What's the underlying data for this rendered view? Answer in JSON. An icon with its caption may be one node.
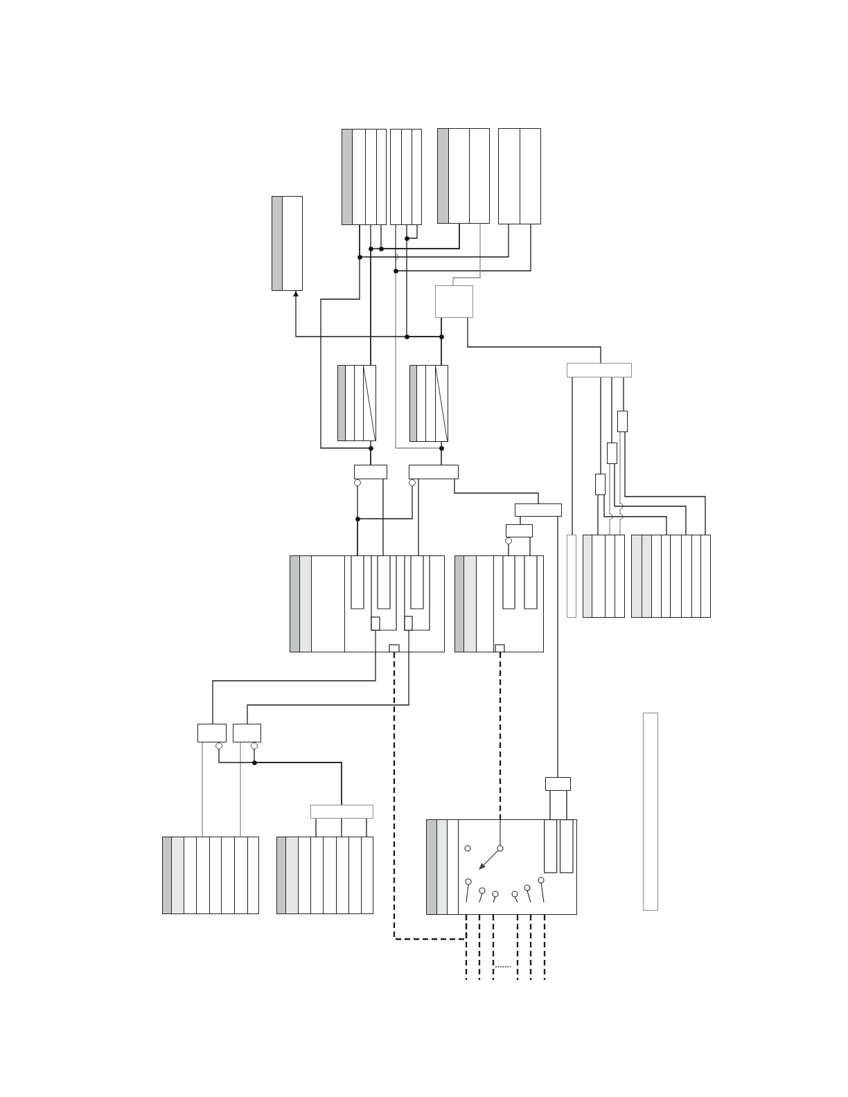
{
  "diagram": {
    "nodes": [
      {
        "text": [],
        "shape": "box"
      },
      {
        "text": [],
        "shape": "box"
      },
      {
        "text": [],
        "shape": "box"
      },
      {
        "text": [],
        "shape": "box"
      },
      {
        "text": [],
        "shape": "box"
      },
      {
        "text": [],
        "shape": "box"
      },
      {
        "text": [],
        "shape": "box"
      },
      {
        "text": [],
        "shape": "box"
      },
      {
        "text": [],
        "shape": "box"
      },
      {
        "text": [],
        "shape": "box"
      },
      {
        "text": [],
        "shape": "box"
      },
      {
        "text": [],
        "shape": "box"
      },
      {
        "text": [],
        "shape": "box"
      },
      {
        "text": [],
        "shape": "box"
      },
      {
        "text": [],
        "shape": "box"
      },
      {
        "text": [],
        "shape": "box"
      },
      {
        "text": [],
        "shape": "box"
      },
      {
        "text": [],
        "shape": "box"
      },
      {
        "text": [],
        "shape": "box"
      },
      {
        "text": [],
        "shape": "box"
      },
      {
        "text": [],
        "shape": "box"
      },
      {
        "text": [],
        "shape": "box"
      },
      {
        "text": [],
        "shape": "box"
      },
      {
        "text": [],
        "shape": "box"
      },
      {
        "text": [],
        "shape": "box"
      },
      {
        "text": [],
        "shape": "box"
      },
      {
        "text": [],
        "shape": "box"
      },
      {
        "text": [],
        "shape": "box"
      },
      {
        "text": [],
        "shape": "box"
      }
    ],
    "edges": [
      {
        "from": 4,
        "to": 2,
        "arrow": "none"
      },
      {
        "from": 2,
        "to": 9,
        "arrow": "none",
        "color": "#8c8c8c"
      },
      {
        "from": 3,
        "to": 5,
        "arrow": "none",
        "color": "#8c8c8c"
      },
      {
        "from": 5,
        "to": 0,
        "arrow": "to"
      },
      {
        "from": 21,
        "to": 24,
        "arrow": "none",
        "color": "#8c8c8c"
      },
      {
        "from": 22,
        "to": 24,
        "arrow": "none",
        "color": "#8c8c8c"
      },
      {
        "from": 16,
        "to": 19,
        "arrow": "none",
        "color": "#8c8c8c"
      },
      {
        "from": 15,
        "to": 19,
        "arrow": "none",
        "color": "#8c8c8c"
      },
      {
        "from": 1,
        "to": 8,
        "arrow": "none"
      },
      {
        "from": 4,
        "to": 1,
        "arrow": "none"
      },
      {
        "from": 6,
        "to": 8,
        "arrow": "none"
      },
      {
        "from": 1,
        "to": 6,
        "arrow": "none"
      },
      {
        "from": 3,
        "to": 6,
        "arrow": "none"
      },
      {
        "from": 1,
        "to": 3,
        "arrow": "none"
      },
      {
        "from": 7,
        "to": 9,
        "arrow": "none"
      },
      {
        "from": 2,
        "to": 7,
        "arrow": "none"
      },
      {
        "from": 5,
        "to": 7,
        "arrow": "none"
      },
      {
        "from": 5,
        "to": 14,
        "arrow": "none"
      },
      {
        "from": 8,
        "to": 12,
        "arrow": "other"
      },
      {
        "from": 9,
        "to": 12,
        "arrow": "other"
      },
      {
        "from": 8,
        "to": 12,
        "arrow": "none"
      },
      {
        "from": 9,
        "to": 12,
        "arrow": "none"
      },
      {
        "from": 9,
        "to": 10,
        "arrow": "none"
      },
      {
        "from": 10,
        "to": 11,
        "arrow": "none"
      },
      {
        "from": 10,
        "to": 26,
        "arrow": "none"
      },
      {
        "from": 11,
        "to": 13,
        "arrow": "other"
      },
      {
        "from": 11,
        "to": 13,
        "arrow": "none"
      },
      {
        "from": 12,
        "to": 21,
        "arrow": "none"
      },
      {
        "from": 12,
        "to": 22,
        "arrow": "none"
      },
      {
        "from": 12,
        "to": 27,
        "arrow": "none",
        "style": "dashed"
      },
      {
        "from": 13,
        "to": 27,
        "arrow": "none",
        "style": "dashed"
      },
      {
        "from": 26,
        "to": 27,
        "arrow": "none"
      },
      {
        "from": 26,
        "to": 27,
        "arrow": "none"
      },
      {
        "from": 27,
        "to": null,
        "arrow": "none",
        "style": "dashed"
      },
      {
        "from": 27,
        "to": null,
        "arrow": "none",
        "style": "dashed"
      },
      {
        "from": 27,
        "to": null,
        "arrow": "none",
        "style": "dashed"
      },
      {
        "from": 27,
        "to": null,
        "arrow": "none",
        "style": "dashed"
      },
      {
        "from": 27,
        "to": null,
        "arrow": "none",
        "style": "dashed"
      },
      {
        "from": 27,
        "to": null,
        "arrow": "none",
        "style": "dashed"
      },
      {
        "from": 21,
        "to": 23,
        "arrow": "other"
      },
      {
        "from": 22,
        "to": 23,
        "arrow": "other"
      },
      {
        "from": 23,
        "to": 25,
        "arrow": "none"
      },
      {
        "from": 23,
        "to": 25,
        "arrow": "none"
      },
      {
        "from": 23,
        "to": 25,
        "arrow": "none"
      },
      {
        "from": 14,
        "to": 18,
        "arrow": "none"
      },
      {
        "from": 14,
        "to": 17,
        "arrow": "none"
      },
      {
        "from": 14,
        "to": 16,
        "arrow": "none"
      },
      {
        "from": 14,
        "to": 15,
        "arrow": "none"
      },
      {
        "from": 17,
        "to": 19,
        "arrow": "none"
      },
      {
        "from": 17,
        "to": 20,
        "arrow": "none"
      },
      {
        "from": 16,
        "to": 20,
        "arrow": "none"
      },
      {
        "from": 15,
        "to": 20,
        "arrow": "none"
      }
    ]
  }
}
